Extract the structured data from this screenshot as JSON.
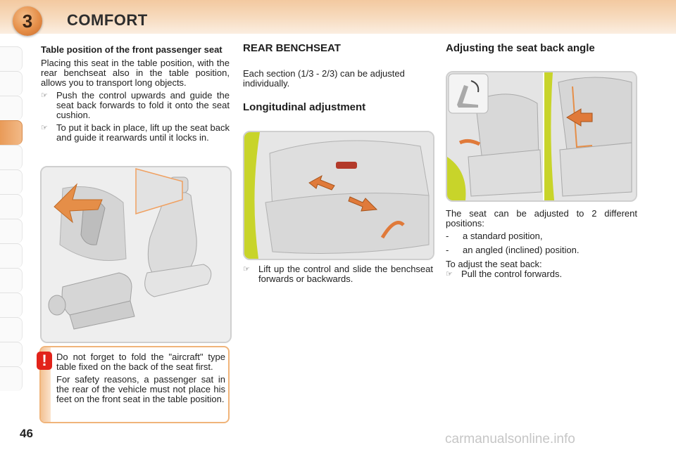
{
  "header": {
    "chapter_number": "3",
    "title": "COMFORT"
  },
  "page_number": "46",
  "watermark": "carmanualsonline.info",
  "col1": {
    "title": "Table position of the front passenger seat",
    "intro": "Placing this seat in the table position, with the rear benchseat also in the table position, allows you to transport long objects.",
    "bullets": [
      "Push the control upwards and guide the seat back forwards to fold it onto the seat cushion.",
      "To put it back in place, lift up the seat back and guide it rearwards until it locks in."
    ]
  },
  "warning": {
    "icon": "!",
    "paragraphs": [
      "Do not forget to fold the \"aircraft\" type table fixed on the back of the seat first.",
      "For safety reasons, a passenger sat in the rear of the vehicle must not place his feet on the front seat in the table position."
    ]
  },
  "col2": {
    "title": "REAR BENCHSEAT",
    "intro": "Each section (1/3 - 2/3) can be adjusted individually.",
    "subtitle": "Longitudinal adjustment",
    "bullet": "Lift up the control and slide the benchseat forwards or backwards."
  },
  "col3": {
    "title": "Adjusting the seat back angle",
    "intro": "The seat can be adjusted to 2 different positions:",
    "options": [
      "a standard position,",
      "an angled (inclined) position."
    ],
    "howto": "To adjust the seat back:",
    "bullet": "Pull the control forwards."
  },
  "symbols": {
    "bullet": "☞",
    "dash": "-"
  },
  "colors": {
    "accent": "#e58e48",
    "warning_red": "#e2231a",
    "arrow_orange": "#e07a3a",
    "lime": "#c8d42a"
  },
  "icons": [
    "pointing-hand-icon",
    "exclamation-warning-icon",
    "seat-recline-icon"
  ]
}
